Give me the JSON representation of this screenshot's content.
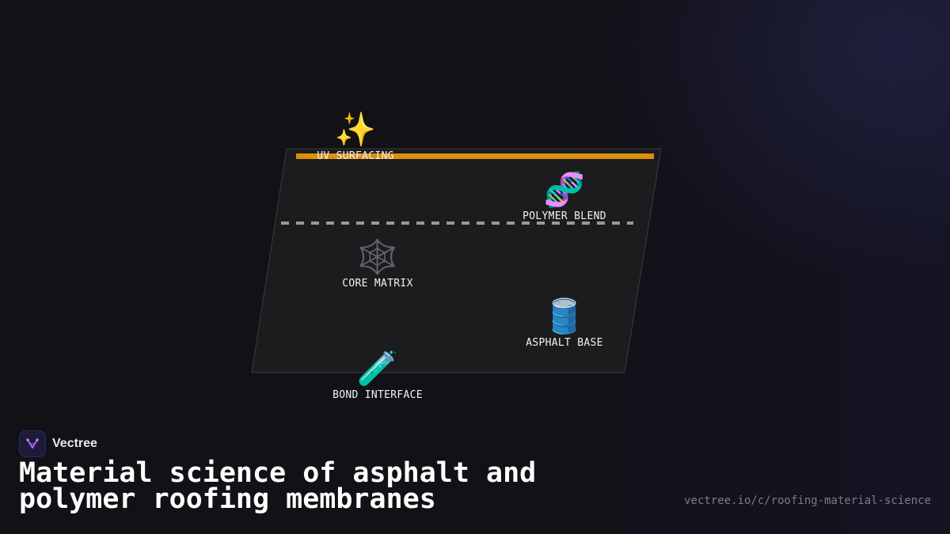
{
  "brand": {
    "name": "Vectree"
  },
  "page": {
    "title": "Material science of asphalt and polymer roofing membranes",
    "url": "vectree.io/c/roofing-material-science"
  },
  "diagram": {
    "nodes": [
      {
        "id": "uv",
        "label": "UV SURFACING",
        "icon": "sparkles-icon",
        "glyph": "✨"
      },
      {
        "id": "polymer",
        "label": "POLYMER BLEND",
        "icon": "dna-icon",
        "glyph": "🧬"
      },
      {
        "id": "core",
        "label": "CORE MATRIX",
        "icon": "spider-web-icon",
        "glyph": "🕸️"
      },
      {
        "id": "asphalt",
        "label": "ASPHALT BASE",
        "icon": "oil-drum-icon",
        "glyph": "🛢️"
      },
      {
        "id": "bond",
        "label": "BOND INTERFACE",
        "icon": "test-tube-icon",
        "glyph": "🧪"
      }
    ],
    "colors": {
      "surface_band": "#d9900f",
      "divider": "#9a9a9a",
      "slab_fill": "#1c1c1e",
      "slab_border": "#3a3a3e",
      "background": "#101016"
    }
  }
}
